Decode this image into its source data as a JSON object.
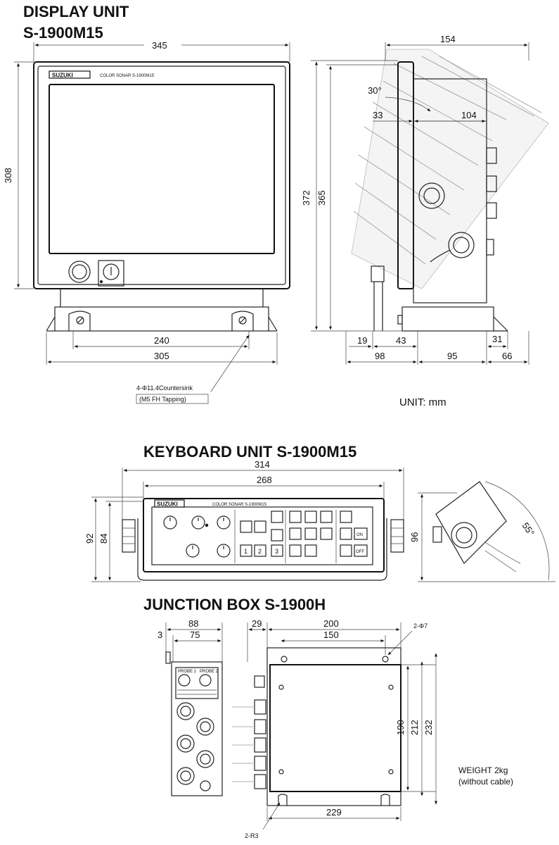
{
  "display_unit": {
    "title": "DISPLAY UNIT",
    "model": "S-1900M15",
    "brand": "SUZUKI",
    "panel_text": "COLOR SONAR S-1900M15",
    "dims": {
      "width": "345",
      "height_front": "308",
      "depth": "154",
      "angle": "30°",
      "front_bezel": "33",
      "body_depth": "104",
      "height_total": "372",
      "height_body": "365",
      "hole_pitch": "240",
      "base_width": "305",
      "side_a": "19",
      "side_b": "43",
      "side_c": "98",
      "side_d": "95",
      "side_e": "31",
      "side_f": "66"
    },
    "hole_note": "4-Φ11.4Countersink",
    "tapping_note": "(M5 FH Tapping)"
  },
  "unit_label": "UNIT: mm",
  "keyboard_unit": {
    "title": "KEYBOARD UNIT S-1900M15",
    "brand": "SUZUKI",
    "panel_text": "COLOR SONAR S-1900M15",
    "dims": {
      "overall": "314",
      "body": "268",
      "height_outer": "92",
      "height_inner": "84",
      "side_height": "96",
      "tilt": "55°"
    },
    "keys": {
      "k1": "1",
      "k2": "2",
      "k3": "3",
      "on": "ON",
      "off": "OFF"
    }
  },
  "junction_box": {
    "title": "JUNCTION BOX  S-1900H",
    "dims": {
      "side_outer": "88",
      "side_inner": "75",
      "edge": "3",
      "flange": "29",
      "top_outer": "200",
      "top_inner": "150",
      "holes": "2-Φ7",
      "h_inner": "190",
      "h_mid": "212",
      "h_outer": "232",
      "bottom": "229",
      "slots": "2-R3"
    },
    "plate_labels": [
      "PROBE 1",
      "PROBE 2"
    ],
    "weight": "WEIGHT 2kg",
    "weight_note": "(without cable)"
  }
}
